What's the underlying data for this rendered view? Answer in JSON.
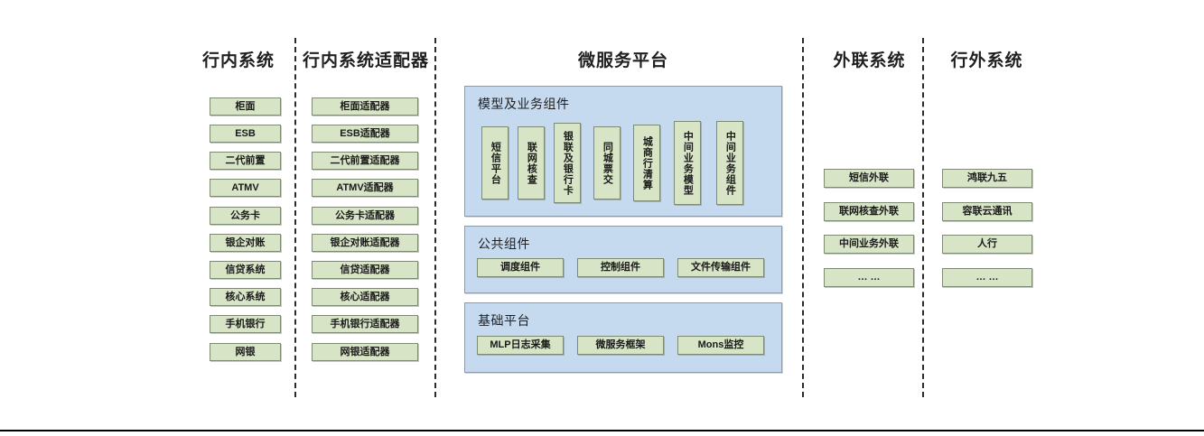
{
  "diagram": {
    "columns": [
      {
        "id": "internal-systems",
        "title": "行内系统",
        "nodes": [
          "柜面",
          "ESB",
          "二代前置",
          "ATMV",
          "公务卡",
          "银企对账",
          "信贷系统",
          "核心系统",
          "手机银行",
          "网银"
        ]
      },
      {
        "id": "internal-adapters",
        "title": "行内系统适配器",
        "nodes": [
          "柜面适配器",
          "ESB适配器",
          "二代前置适配器",
          "ATMV适配器",
          "公务卡适配器",
          "银企对账适配器",
          "信贷适配器",
          "核心适配器",
          "手机银行适配器",
          "网银适配器"
        ]
      },
      {
        "id": "microservice-platform",
        "title": "微服务平台"
      },
      {
        "id": "outreach-systems",
        "title": "外联系统",
        "nodes": [
          "短信外联",
          "联网核查外联",
          "中间业务外联",
          "… …"
        ]
      },
      {
        "id": "external-systems",
        "title": "行外系统",
        "nodes": [
          "鸿联九五",
          "容联云通讯",
          "人行",
          "… …"
        ]
      }
    ],
    "platform": {
      "panels": [
        {
          "id": "model-business-components",
          "label": "模型及业务组件",
          "orientation": "vertical",
          "nodes": [
            "短信平台",
            "联网核查",
            "银联及银行卡",
            "同城票交",
            "城商行清算",
            "中间业务模型",
            "中间业务组件"
          ]
        },
        {
          "id": "public-components",
          "label": "公共组件",
          "orientation": "horizontal",
          "nodes": [
            "调度组件",
            "控制组件",
            "文件传输组件"
          ]
        },
        {
          "id": "base-platform",
          "label": "基础平台",
          "orientation": "horizontal",
          "nodes": [
            "MLP日志采集",
            "微服务框架",
            "Mons监控"
          ]
        }
      ]
    },
    "colors": {
      "node_fill": "#d7e4c6",
      "node_border": "#7d8b72",
      "panel_fill": "#c5d9ef",
      "panel_border": "#8d9aa8",
      "separator": "#2b2b2b",
      "background": "#ffffff"
    }
  }
}
